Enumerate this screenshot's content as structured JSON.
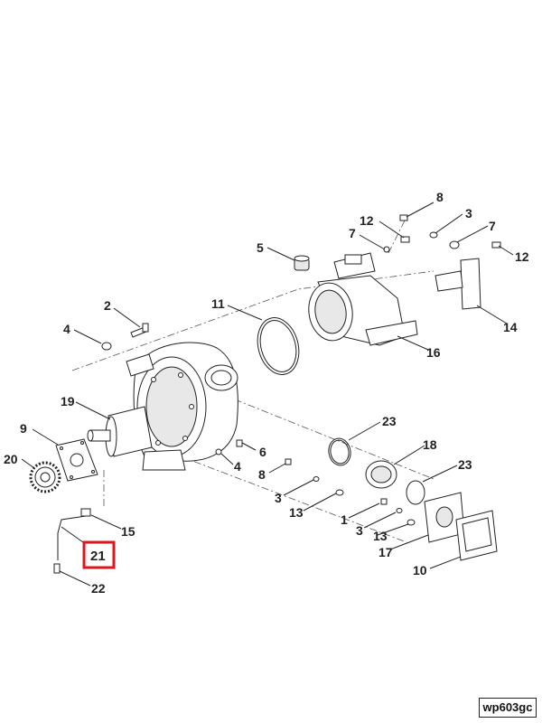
{
  "callouts": {
    "c8a": "8",
    "c12a": "12",
    "c3a": "3",
    "c7a": "7",
    "c7b": "7",
    "c12b": "12",
    "c5": "5",
    "c14": "14",
    "c11": "11",
    "c2": "2",
    "c4a": "4",
    "c16": "16",
    "c19": "19",
    "c23a": "23",
    "c9": "9",
    "c6": "6",
    "c18": "18",
    "c20": "20",
    "c4b": "4",
    "c8b": "8",
    "c23b": "23",
    "c3b": "3",
    "c13a": "13",
    "c1": "1",
    "c3c": "3",
    "c13b": "13",
    "c15": "15",
    "c17": "17",
    "c21": "21",
    "c10": "10",
    "c22": "22"
  },
  "highlighted_callout": "21",
  "highlight_color": "#e0141e",
  "figure_code": "wp603gc"
}
